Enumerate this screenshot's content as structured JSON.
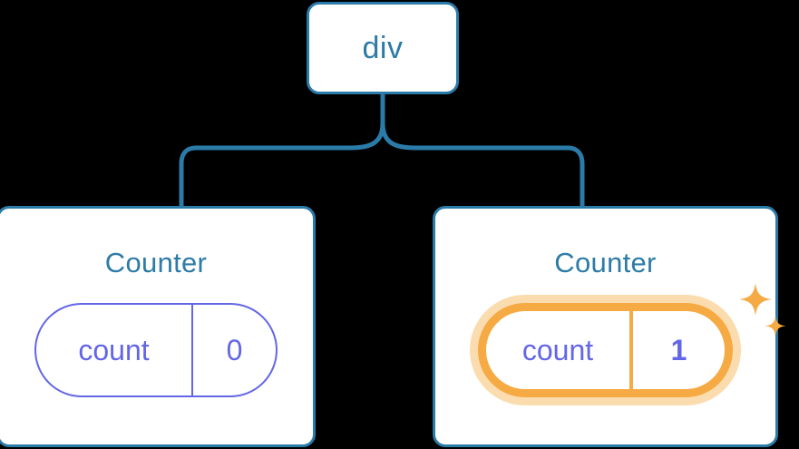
{
  "diagram": {
    "type": "component-tree",
    "background_color": "#000000",
    "node_border_color": "#2b7ba8",
    "node_fill_color": "#ffffff",
    "title_color": "#2d7ba6",
    "state_color": "#6366e6",
    "highlight_color": "#f5aa43",
    "highlight_glow_color": "#fbdcae",
    "connector_color": "#2b7ba8"
  },
  "root": {
    "label": "div"
  },
  "children": [
    {
      "title": "Counter",
      "state": {
        "key": "count",
        "value": "0"
      },
      "highlighted": false
    },
    {
      "title": "Counter",
      "state": {
        "key": "count",
        "value": "1"
      },
      "highlighted": true,
      "sparkle_icons": [
        "sparkle-large",
        "sparkle-small"
      ]
    }
  ]
}
